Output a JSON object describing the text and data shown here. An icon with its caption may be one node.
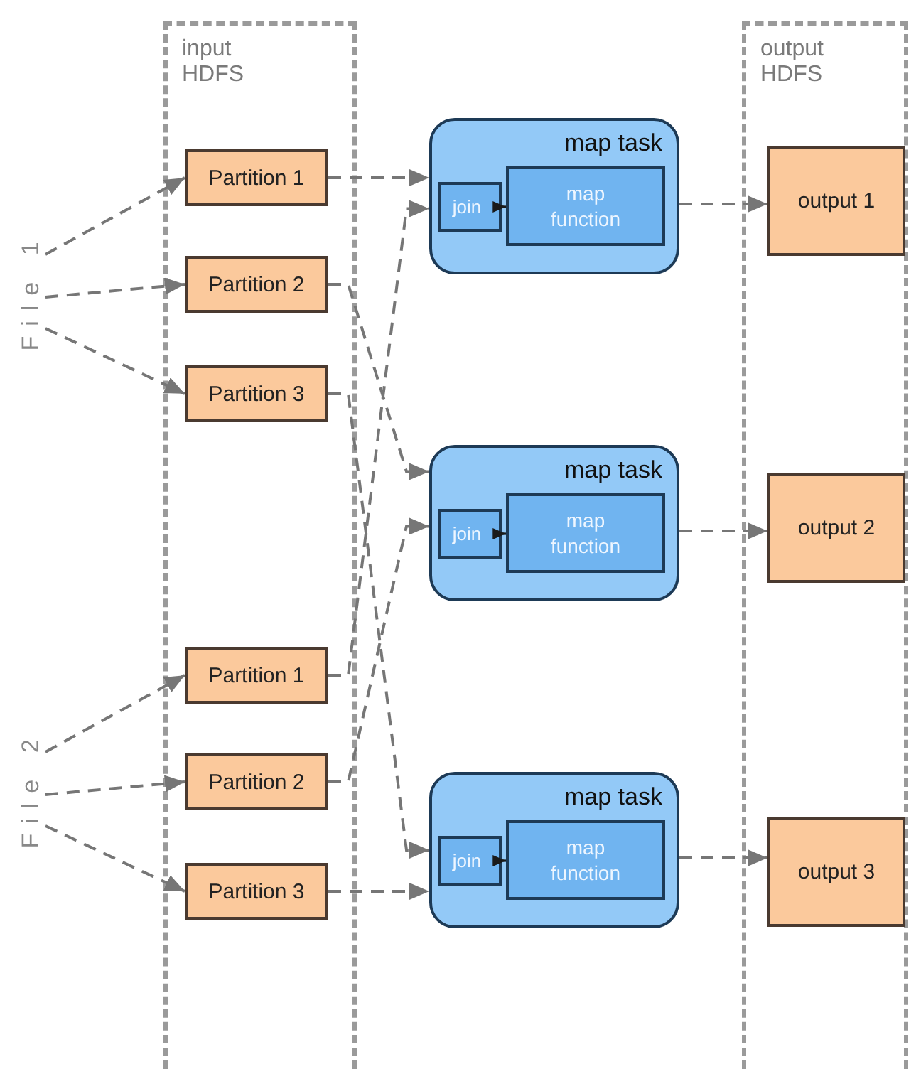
{
  "diagram": {
    "nodes": [
      {
        "text": [
          "input HDFS"
        ]
      },
      {
        "text": [
          "Partition 1"
        ],
        "in": 0
      },
      {
        "text": [
          "Partition 2"
        ],
        "in": 0
      },
      {
        "text": [
          "Partition 3"
        ],
        "in": 0
      },
      {
        "text": [
          "Partition 1"
        ],
        "in": 0
      },
      {
        "text": [
          "Partition 2"
        ],
        "in": 0
      },
      {
        "text": [
          "Partition 3"
        ],
        "in": 0
      },
      {
        "text": [
          "File 1"
        ]
      },
      {
        "text": [
          "File 2"
        ]
      },
      {
        "text": [
          "map task"
        ]
      },
      {
        "text": [
          "join"
        ],
        "in": 9
      },
      {
        "text": [
          "map function"
        ],
        "in": 9
      },
      {
        "text": [
          "map task"
        ]
      },
      {
        "text": [
          "join"
        ],
        "in": 12
      },
      {
        "text": [
          "map function"
        ],
        "in": 12
      },
      {
        "text": [
          "map task"
        ]
      },
      {
        "text": [
          "join"
        ],
        "in": 15
      },
      {
        "text": [
          "map function"
        ],
        "in": 15
      },
      {
        "text": [
          "output HDFS"
        ]
      },
      {
        "text": [
          "output 1"
        ],
        "in": 18
      },
      {
        "text": [
          "output 2"
        ],
        "in": 18
      },
      {
        "text": [
          "output 3"
        ],
        "in": 18
      }
    ],
    "edges": [
      {
        "from": 7,
        "to": 1,
        "arrow": "to",
        "style": "dashed"
      },
      {
        "from": 7,
        "to": 2,
        "arrow": "to",
        "style": "dashed"
      },
      {
        "from": 7,
        "to": 3,
        "arrow": "to",
        "style": "dashed"
      },
      {
        "from": 8,
        "to": 4,
        "arrow": "to",
        "style": "dashed"
      },
      {
        "from": 8,
        "to": 5,
        "arrow": "to",
        "style": "dashed"
      },
      {
        "from": 8,
        "to": 6,
        "arrow": "to",
        "style": "dashed"
      },
      {
        "from": 1,
        "to": 9,
        "arrow": "to",
        "style": "dashed"
      },
      {
        "from": 2,
        "to": 12,
        "arrow": "to",
        "style": "dashed"
      },
      {
        "from": 3,
        "to": 15,
        "arrow": "to",
        "style": "dashed"
      },
      {
        "from": 4,
        "to": 9,
        "arrow": "to",
        "style": "dashed"
      },
      {
        "from": 5,
        "to": 12,
        "arrow": "to",
        "style": "dashed"
      },
      {
        "from": 6,
        "to": 15,
        "arrow": "to",
        "style": "dashed"
      },
      {
        "from": 10,
        "to": 11,
        "arrow": "to",
        "color": "#1a1a1a"
      },
      {
        "from": 13,
        "to": 14,
        "arrow": "to",
        "color": "#1a1a1a"
      },
      {
        "from": 16,
        "to": 17,
        "arrow": "to",
        "color": "#1a1a1a"
      },
      {
        "from": 9,
        "to": 19,
        "arrow": "to",
        "style": "dashed"
      },
      {
        "from": 12,
        "to": 20,
        "arrow": "to",
        "style": "dashed"
      },
      {
        "from": 15,
        "to": 21,
        "arrow": "to",
        "style": "dashed"
      }
    ]
  }
}
